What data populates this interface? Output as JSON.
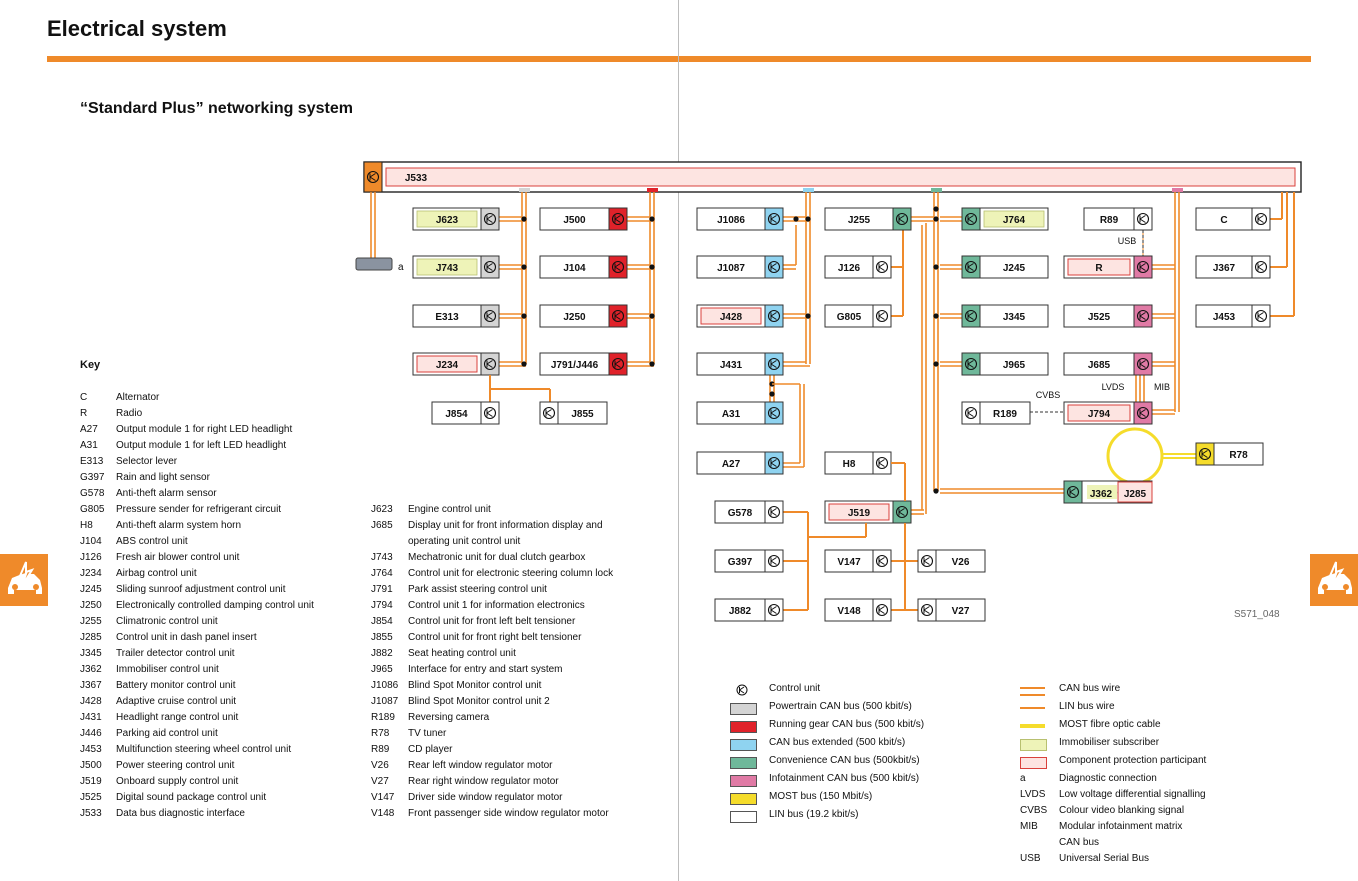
{
  "header": {
    "title": "Electrical system",
    "subtitle": "“Standard Plus” networking system"
  },
  "key": {
    "heading": "Key",
    "col1": [
      [
        "C",
        "Alternator"
      ],
      [
        "R",
        "Radio"
      ],
      [
        "A27",
        "Output module 1 for right LED headlight"
      ],
      [
        "A31",
        "Output module 1 for left LED headlight"
      ],
      [
        "E313",
        "Selector lever"
      ],
      [
        "G397",
        "Rain and light sensor"
      ],
      [
        "G578",
        "Anti-theft alarm sensor"
      ],
      [
        "G805",
        "Pressure sender for refrigerant circuit"
      ],
      [
        "H8",
        "Anti-theft alarm system horn"
      ],
      [
        "J104",
        "ABS control unit"
      ],
      [
        "J126",
        "Fresh air blower control unit"
      ],
      [
        "J234",
        "Airbag control unit"
      ],
      [
        "J245",
        "Sliding sunroof adjustment control unit"
      ],
      [
        "J250",
        "Electronically controlled damping control unit"
      ],
      [
        "J255",
        "Climatronic control unit"
      ],
      [
        "J285",
        "Control unit in dash panel insert"
      ],
      [
        "J345",
        "Trailer detector control unit"
      ],
      [
        "J362",
        "Immobiliser control unit"
      ],
      [
        "J367",
        "Battery monitor control unit"
      ],
      [
        "J428",
        "Adaptive cruise control unit"
      ],
      [
        "J431",
        "Headlight range control unit"
      ],
      [
        "J446",
        "Parking aid control unit"
      ],
      [
        "J453",
        "Multifunction steering wheel control unit"
      ],
      [
        "J500",
        "Power steering control unit"
      ],
      [
        "J519",
        "Onboard supply control unit"
      ],
      [
        "J525",
        "Digital sound package control unit"
      ],
      [
        "J533",
        "Data bus diagnostic interface"
      ]
    ],
    "col2": [
      [
        "J623",
        "Engine control unit"
      ],
      [
        "J685",
        "Display unit for front information display and"
      ],
      [
        "",
        "operating unit control unit"
      ],
      [
        "J743",
        "Mechatronic unit for dual clutch gearbox"
      ],
      [
        "J764",
        "Control unit for electronic steering column lock"
      ],
      [
        "J791",
        "Park assist steering control unit"
      ],
      [
        "J794",
        "Control unit 1 for information electronics"
      ],
      [
        "J854",
        "Control unit for front left belt tensioner"
      ],
      [
        "J855",
        "Control unit for front right belt tensioner"
      ],
      [
        "J882",
        "Seat heating control unit"
      ],
      [
        "J965",
        "Interface for entry and start system"
      ],
      [
        "J1086",
        "Blind Spot Monitor control unit"
      ],
      [
        "J1087",
        "Blind Spot Monitor control unit 2"
      ],
      [
        "R189",
        "Reversing camera"
      ],
      [
        "R78",
        "TV tuner"
      ],
      [
        "R89",
        "CD player"
      ],
      [
        "V26",
        "Rear left window regulator motor"
      ],
      [
        "V27",
        "Rear right window regulator motor"
      ],
      [
        "V147",
        "Driver side window regulator motor"
      ],
      [
        "V148",
        "Front passenger side window regulator motor"
      ]
    ]
  },
  "legend": {
    "left": [
      {
        "kind": "symbol",
        "text": "Control unit"
      },
      {
        "kind": "swatch",
        "color": "#d4d4d4",
        "text": "Powertrain CAN bus (500 kbit/s)"
      },
      {
        "kind": "swatch",
        "color": "#e0222a",
        "text": "Running gear CAN bus (500 kbit/s)"
      },
      {
        "kind": "swatch",
        "color": "#8fd3f0",
        "text": "CAN bus extended (500 kbit/s)"
      },
      {
        "kind": "swatch",
        "color": "#6fb89a",
        "text": "Convenience CAN bus (500kbit/s)"
      },
      {
        "kind": "swatch",
        "color": "#e07aa5",
        "text": "Infotainment CAN bus (500 kbit/s)"
      },
      {
        "kind": "swatch",
        "color": "#f5dc2b",
        "text": "MOST bus (150 Mbit/s)"
      },
      {
        "kind": "swatch",
        "color": "#ffffff",
        "text": "LIN bus (19.2 kbit/s)"
      }
    ],
    "right": [
      {
        "kind": "can-wire",
        "text": "CAN bus wire"
      },
      {
        "kind": "lin-wire",
        "text": "LIN bus wire"
      },
      {
        "kind": "most-cable",
        "text": "MOST fibre optic cable"
      },
      {
        "kind": "immo",
        "text": "Immobiliser subscriber"
      },
      {
        "kind": "protect",
        "text": "Component protection participant"
      }
    ],
    "abbr": [
      [
        "a",
        "Diagnostic connection"
      ],
      [
        "LVDS",
        "Low voltage differential signalling"
      ],
      [
        "CVBS",
        "Colour video blanking signal"
      ],
      [
        "MIB",
        "Modular infotainment matrix"
      ],
      [
        "",
        "CAN bus"
      ],
      [
        "USB",
        "Universal Serial Bus"
      ]
    ]
  },
  "diagram": {
    "gateway": "J533",
    "labels": {
      "a": "a",
      "usb": "USB",
      "lvds": "LVDS",
      "mib": "MIB",
      "cvbs": "CVBS"
    },
    "figure_id": "S571_048",
    "units": [
      {
        "id": "J623",
        "bus": "powertrain",
        "fill": "immo"
      },
      {
        "id": "J743",
        "bus": "powertrain",
        "fill": "immo"
      },
      {
        "id": "E313",
        "bus": "powertrain"
      },
      {
        "id": "J234",
        "bus": "powertrain",
        "fill": "protect"
      },
      {
        "id": "J854",
        "bus": "lin"
      },
      {
        "id": "J855",
        "bus": "lin"
      },
      {
        "id": "J500",
        "bus": "running"
      },
      {
        "id": "J104",
        "bus": "running"
      },
      {
        "id": "J250",
        "bus": "running"
      },
      {
        "id": "J791/J446",
        "bus": "running"
      },
      {
        "id": "J1086",
        "bus": "extended"
      },
      {
        "id": "J1087",
        "bus": "extended"
      },
      {
        "id": "J428",
        "bus": "extended",
        "fill": "protect"
      },
      {
        "id": "J431",
        "bus": "extended"
      },
      {
        "id": "A31",
        "bus": "extended"
      },
      {
        "id": "A27",
        "bus": "extended"
      },
      {
        "id": "J255",
        "bus": "convenience"
      },
      {
        "id": "J126",
        "bus": "lin"
      },
      {
        "id": "G805",
        "bus": "lin"
      },
      {
        "id": "H8",
        "bus": "lin"
      },
      {
        "id": "J519",
        "bus": "convenience",
        "fill": "protect"
      },
      {
        "id": "G578",
        "bus": "lin"
      },
      {
        "id": "G397",
        "bus": "lin"
      },
      {
        "id": "J882",
        "bus": "lin"
      },
      {
        "id": "V147",
        "bus": "lin"
      },
      {
        "id": "V26",
        "bus": "lin"
      },
      {
        "id": "V148",
        "bus": "lin"
      },
      {
        "id": "V27",
        "bus": "lin"
      },
      {
        "id": "J764",
        "bus": "convenience",
        "fill": "immo"
      },
      {
        "id": "J245",
        "bus": "convenience"
      },
      {
        "id": "J345",
        "bus": "convenience"
      },
      {
        "id": "J965",
        "bus": "convenience"
      },
      {
        "id": "R89",
        "bus": "lin"
      },
      {
        "id": "R",
        "bus": "infotainment",
        "fill": "protect"
      },
      {
        "id": "J525",
        "bus": "infotainment"
      },
      {
        "id": "J685",
        "bus": "infotainment"
      },
      {
        "id": "R189",
        "bus": "lin"
      },
      {
        "id": "J794",
        "bus": "infotainment",
        "fill": "protect"
      },
      {
        "id": "C",
        "bus": "lin"
      },
      {
        "id": "J367",
        "bus": "lin"
      },
      {
        "id": "J453",
        "bus": "lin"
      },
      {
        "id": "R78",
        "bus": "most"
      },
      {
        "id": "J362",
        "bus": "convenience"
      },
      {
        "id": "J285",
        "bus": "convenience"
      }
    ]
  },
  "colors": {
    "orange": "#ef8a2a",
    "powertrain": "#d4d4d4",
    "running": "#e0222a",
    "extended": "#8fd3f0",
    "convenience": "#6fb89a",
    "infotainment": "#e07aa5",
    "most": "#f5dc2b",
    "immo": "#eef3b8",
    "protect": "#fde4e1",
    "protect_border": "#d9413c"
  }
}
